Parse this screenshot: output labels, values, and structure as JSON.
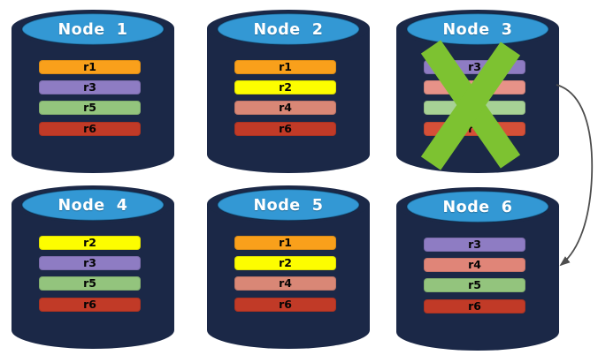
{
  "diagram_type": "replica-distribution-with-node-failure",
  "colors": {
    "cylinder_body": "#1B2847",
    "cylinder_top": "#3398D4",
    "replica_r1": "#F9A01B",
    "replica_r2": "#FDFD00",
    "replica_r3": "#8E7CC3",
    "replica_r4": "#D98776",
    "replica_r5": "#93C47D",
    "replica_r6": "#C13A27"
  },
  "nodes": [
    {
      "title": "Node  1",
      "failed": false,
      "replicas": [
        {
          "label": "r1",
          "color": "#F9A01B"
        },
        {
          "label": "r3",
          "color": "#8E7CC3"
        },
        {
          "label": "r5",
          "color": "#93C47D"
        },
        {
          "label": "r6",
          "color": "#C13A27"
        }
      ]
    },
    {
      "title": "Node  2",
      "failed": false,
      "replicas": [
        {
          "label": "r1",
          "color": "#F9A01B"
        },
        {
          "label": "r2",
          "color": "#FDFD00"
        },
        {
          "label": "r4",
          "color": "#D98776"
        },
        {
          "label": "r6",
          "color": "#C13A27"
        }
      ]
    },
    {
      "title": "Node  3",
      "failed": true,
      "replicas": [
        {
          "label": "r3",
          "color": "#8E7CC3"
        },
        {
          "label": "r4",
          "color": "#E79288"
        },
        {
          "label": "r5",
          "color": "#A7D295"
        },
        {
          "label": "r6",
          "color": "#D55038"
        }
      ]
    },
    {
      "title": "Node  4",
      "failed": false,
      "replicas": [
        {
          "label": "r2",
          "color": "#FDFD00"
        },
        {
          "label": "r3",
          "color": "#8E7CC3"
        },
        {
          "label": "r5",
          "color": "#93C47D"
        },
        {
          "label": "r6",
          "color": "#C13A27"
        }
      ]
    },
    {
      "title": "Node  5",
      "failed": false,
      "replicas": [
        {
          "label": "r1",
          "color": "#F9A01B"
        },
        {
          "label": "r2",
          "color": "#FDFD00"
        },
        {
          "label": "r4",
          "color": "#D98776"
        },
        {
          "label": "r6",
          "color": "#C13A27"
        }
      ]
    },
    {
      "title": "Node  6",
      "failed": false,
      "replicas": [
        {
          "label": "r3",
          "color": "#8E7CC3"
        },
        {
          "label": "r4",
          "color": "#E08578"
        },
        {
          "label": "r5",
          "color": "#93C47D"
        },
        {
          "label": "r6",
          "color": "#C13A27"
        }
      ]
    }
  ],
  "failure_marker": {
    "on_node": "Node 3",
    "shape": "x-mark",
    "color": "#7DC231"
  },
  "arrow": {
    "from": "Node 3",
    "to": "Node 6",
    "color": "#4D4D4D"
  }
}
